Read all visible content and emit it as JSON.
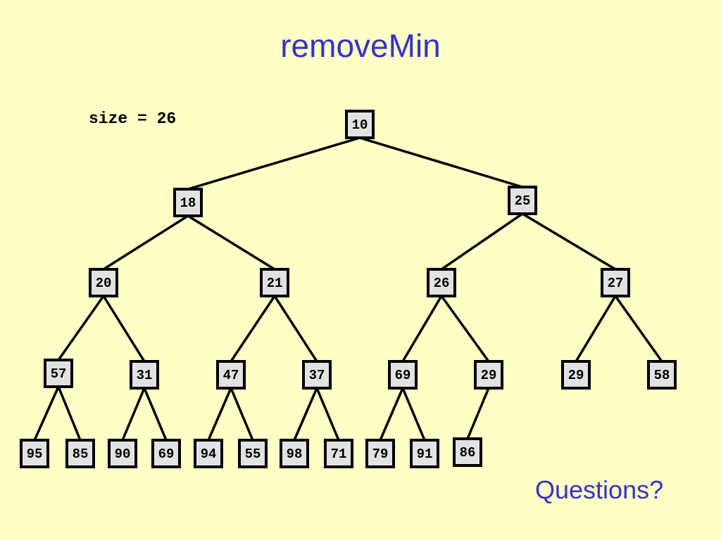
{
  "title": "removeMin",
  "size_label": "size = 26",
  "questions": "Questions?",
  "colors": {
    "background": "#ffffc6",
    "title": "#3333cc",
    "node_fill": "#e2e2e4",
    "node_stroke": "#000000"
  },
  "tree": {
    "nodes": [
      {
        "id": "n0",
        "value": "10"
      },
      {
        "id": "n1",
        "value": "18"
      },
      {
        "id": "n2",
        "value": "25"
      },
      {
        "id": "n3",
        "value": "20"
      },
      {
        "id": "n4",
        "value": "21"
      },
      {
        "id": "n5",
        "value": "26"
      },
      {
        "id": "n6",
        "value": "27"
      },
      {
        "id": "n7",
        "value": "57"
      },
      {
        "id": "n8",
        "value": "31"
      },
      {
        "id": "n9",
        "value": "47"
      },
      {
        "id": "n10",
        "value": "37"
      },
      {
        "id": "n11",
        "value": "69"
      },
      {
        "id": "n12",
        "value": "29"
      },
      {
        "id": "n13",
        "value": "29"
      },
      {
        "id": "n14",
        "value": "58"
      },
      {
        "id": "n15",
        "value": "95"
      },
      {
        "id": "n16",
        "value": "85"
      },
      {
        "id": "n17",
        "value": "90"
      },
      {
        "id": "n18",
        "value": "69"
      },
      {
        "id": "n19",
        "value": "94"
      },
      {
        "id": "n20",
        "value": "55"
      },
      {
        "id": "n21",
        "value": "98"
      },
      {
        "id": "n22",
        "value": "71"
      },
      {
        "id": "n23",
        "value": "79"
      },
      {
        "id": "n24",
        "value": "91"
      },
      {
        "id": "n25",
        "value": "86"
      }
    ],
    "edges": [
      [
        "n0",
        "n1"
      ],
      [
        "n0",
        "n2"
      ],
      [
        "n1",
        "n3"
      ],
      [
        "n1",
        "n4"
      ],
      [
        "n2",
        "n5"
      ],
      [
        "n2",
        "n6"
      ],
      [
        "n3",
        "n7"
      ],
      [
        "n3",
        "n8"
      ],
      [
        "n4",
        "n9"
      ],
      [
        "n4",
        "n10"
      ],
      [
        "n5",
        "n11"
      ],
      [
        "n5",
        "n12"
      ],
      [
        "n6",
        "n13"
      ],
      [
        "n6",
        "n14"
      ],
      [
        "n7",
        "n15"
      ],
      [
        "n7",
        "n16"
      ],
      [
        "n8",
        "n17"
      ],
      [
        "n8",
        "n18"
      ],
      [
        "n9",
        "n19"
      ],
      [
        "n9",
        "n20"
      ],
      [
        "n10",
        "n21"
      ],
      [
        "n10",
        "n22"
      ],
      [
        "n11",
        "n23"
      ],
      [
        "n11",
        "n24"
      ],
      [
        "n12",
        "n25"
      ]
    ]
  }
}
